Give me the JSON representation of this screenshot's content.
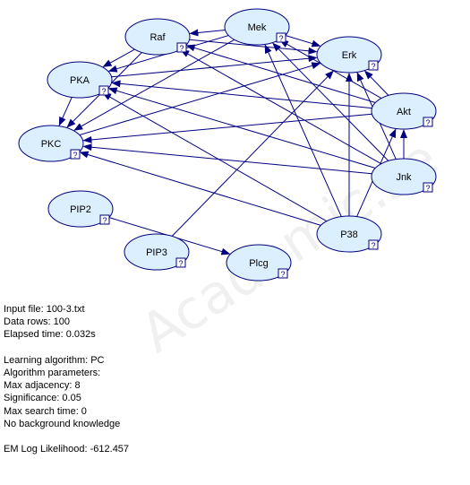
{
  "diagram": {
    "node_fill": "#dcefff",
    "node_stroke": "#000080",
    "edge_color": "#000080",
    "nodes": [
      {
        "id": "raf",
        "label": "Raf",
        "badge": "?"
      },
      {
        "id": "mek",
        "label": "Mek",
        "badge": "?"
      },
      {
        "id": "erk",
        "label": "Erk",
        "badge": "?"
      },
      {
        "id": "pka",
        "label": "PKA",
        "badge": "?"
      },
      {
        "id": "akt",
        "label": "Akt",
        "badge": "?"
      },
      {
        "id": "pkc",
        "label": "PKC",
        "badge": "?"
      },
      {
        "id": "jnk",
        "label": "Jnk",
        "badge": "?"
      },
      {
        "id": "pip2",
        "label": "PIP2",
        "badge": "?"
      },
      {
        "id": "p38",
        "label": "P38",
        "badge": "?"
      },
      {
        "id": "pip3",
        "label": "PIP3",
        "badge": "?"
      },
      {
        "id": "plcg",
        "label": "Plcg",
        "badge": "?"
      }
    ],
    "edges": [
      {
        "from": "mek",
        "to": "raf"
      },
      {
        "from": "raf",
        "to": "erk"
      },
      {
        "from": "mek",
        "to": "erk"
      },
      {
        "from": "raf",
        "to": "pka"
      },
      {
        "from": "mek",
        "to": "pka"
      },
      {
        "from": "raf",
        "to": "pkc"
      },
      {
        "from": "mek",
        "to": "pkc"
      },
      {
        "from": "pka",
        "to": "pkc"
      },
      {
        "from": "akt",
        "to": "raf"
      },
      {
        "from": "akt",
        "to": "mek"
      },
      {
        "from": "akt",
        "to": "erk"
      },
      {
        "from": "akt",
        "to": "pka"
      },
      {
        "from": "akt",
        "to": "pkc"
      },
      {
        "from": "jnk",
        "to": "raf"
      },
      {
        "from": "jnk",
        "to": "mek"
      },
      {
        "from": "jnk",
        "to": "erk"
      },
      {
        "from": "jnk",
        "to": "akt"
      },
      {
        "from": "jnk",
        "to": "pka"
      },
      {
        "from": "jnk",
        "to": "pkc"
      },
      {
        "from": "p38",
        "to": "mek"
      },
      {
        "from": "p38",
        "to": "erk"
      },
      {
        "from": "p38",
        "to": "akt"
      },
      {
        "from": "p38",
        "to": "pka"
      },
      {
        "from": "p38",
        "to": "pkc"
      },
      {
        "from": "pip3",
        "to": "erk"
      },
      {
        "from": "pip2",
        "to": "plcg"
      },
      {
        "from": "pka",
        "to": "erk"
      },
      {
        "from": "pkc",
        "to": "erk"
      }
    ]
  },
  "watermark": "Academic.se",
  "info": {
    "lines": [
      "Input file: 100-3.txt",
      "Data rows: 100",
      "Elapsed time: 0.032s",
      "",
      "Learning algorithm: PC",
      "Algorithm parameters:",
      "Max adjacency: 8",
      "Significance: 0.05",
      "Max search time: 0",
      "No background knowledge",
      "",
      "EM Log Likelihood: -612.457"
    ]
  }
}
